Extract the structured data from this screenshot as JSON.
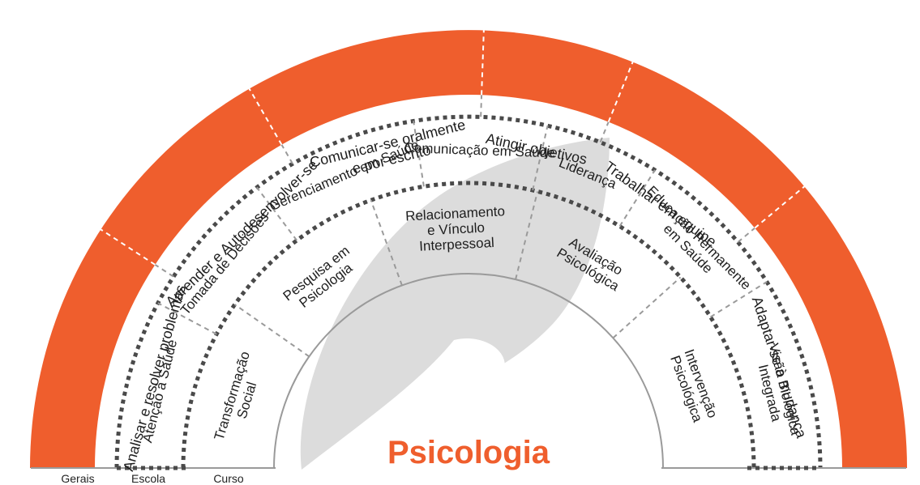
{
  "colors": {
    "accent": "#ef5e2d",
    "ring_fill": "#ffffff",
    "leaf": "#dcdcdc",
    "divider": "#9a9a9a",
    "dotted": "#4a4a4a",
    "text": "#1e1e1e"
  },
  "center": {
    "title": "Psicologia"
  },
  "legend": {
    "gerais": "Gerais",
    "escola": "Escola",
    "curso": "Curso"
  },
  "gerais": [
    {
      "id": "analisar",
      "lines": [
        "Analisar e resolver problemas"
      ]
    },
    {
      "id": "aprender",
      "lines": [
        "Aprender e Autodesenvolver-se"
      ]
    },
    {
      "id": "comunicar",
      "lines": [
        "Comunicar-se oralmente",
        "e por escrito"
      ]
    },
    {
      "id": "atingir",
      "lines": [
        "Atingir objetivos"
      ]
    },
    {
      "id": "trabalhar",
      "lines": [
        "Trabalhar em equipe"
      ]
    },
    {
      "id": "adaptar",
      "lines": [
        "Adaptar-se à mudança"
      ]
    }
  ],
  "escola": [
    {
      "id": "atencao",
      "lines": [
        "Atenção à Saúde"
      ]
    },
    {
      "id": "tomada",
      "lines": [
        "Tomada de Decisões"
      ]
    },
    {
      "id": "gerenciamento",
      "lines": [
        "Gerenciamento em Saúde"
      ]
    },
    {
      "id": "comunicacao",
      "lines": [
        "Comunicação em Saúde"
      ]
    },
    {
      "id": "lideranca",
      "lines": [
        "Liderança"
      ]
    },
    {
      "id": "educacao",
      "lines": [
        "Educação Permanente",
        "em Saúde"
      ]
    },
    {
      "id": "visao",
      "lines": [
        "Visão Biológica",
        "Integrada"
      ]
    }
  ],
  "curso": [
    {
      "id": "transformacao",
      "lines": [
        "Transformação",
        "Social"
      ]
    },
    {
      "id": "pesquisa",
      "lines": [
        "Pesquisa em",
        "Psicologia"
      ]
    },
    {
      "id": "relacionamento",
      "lines": [
        "Relacionamento",
        "e Vínculo",
        "Interpessoal"
      ]
    },
    {
      "id": "avaliacao",
      "lines": [
        "Avaliação",
        "Psicológica"
      ]
    },
    {
      "id": "intervencao",
      "lines": [
        "Intervenção",
        "Psicológica"
      ]
    }
  ]
}
